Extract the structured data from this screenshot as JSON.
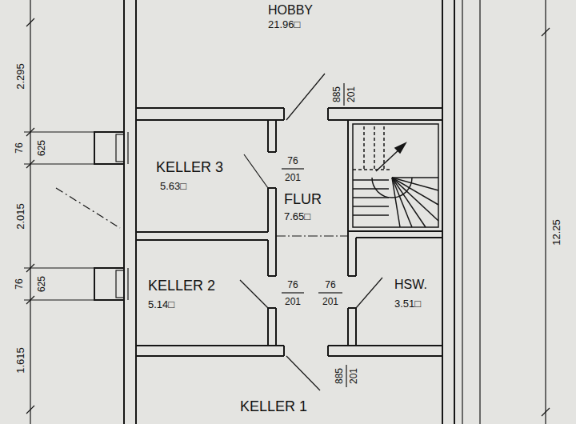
{
  "diagram": {
    "nodes": [
      {
        "text": [
          "HOBBY",
          "21.96□"
        ]
      },
      {
        "text": [
          "KELLER 3",
          "5.63□"
        ]
      },
      {
        "text": [
          "FLUR",
          "7.65□"
        ]
      },
      {
        "text": [
          "KELLER 2",
          "5.14□"
        ]
      },
      {
        "text": [
          "HSW.",
          "3.51□"
        ]
      },
      {
        "text": [
          "KELLER 1"
        ]
      }
    ],
    "labels": [
      "2.295",
      "76",
      "625",
      "2.015",
      "76",
      "625",
      "1.615",
      "12.25",
      "885",
      "201",
      "76",
      "201",
      "76",
      "201",
      "76",
      "201",
      "885",
      "201"
    ]
  }
}
